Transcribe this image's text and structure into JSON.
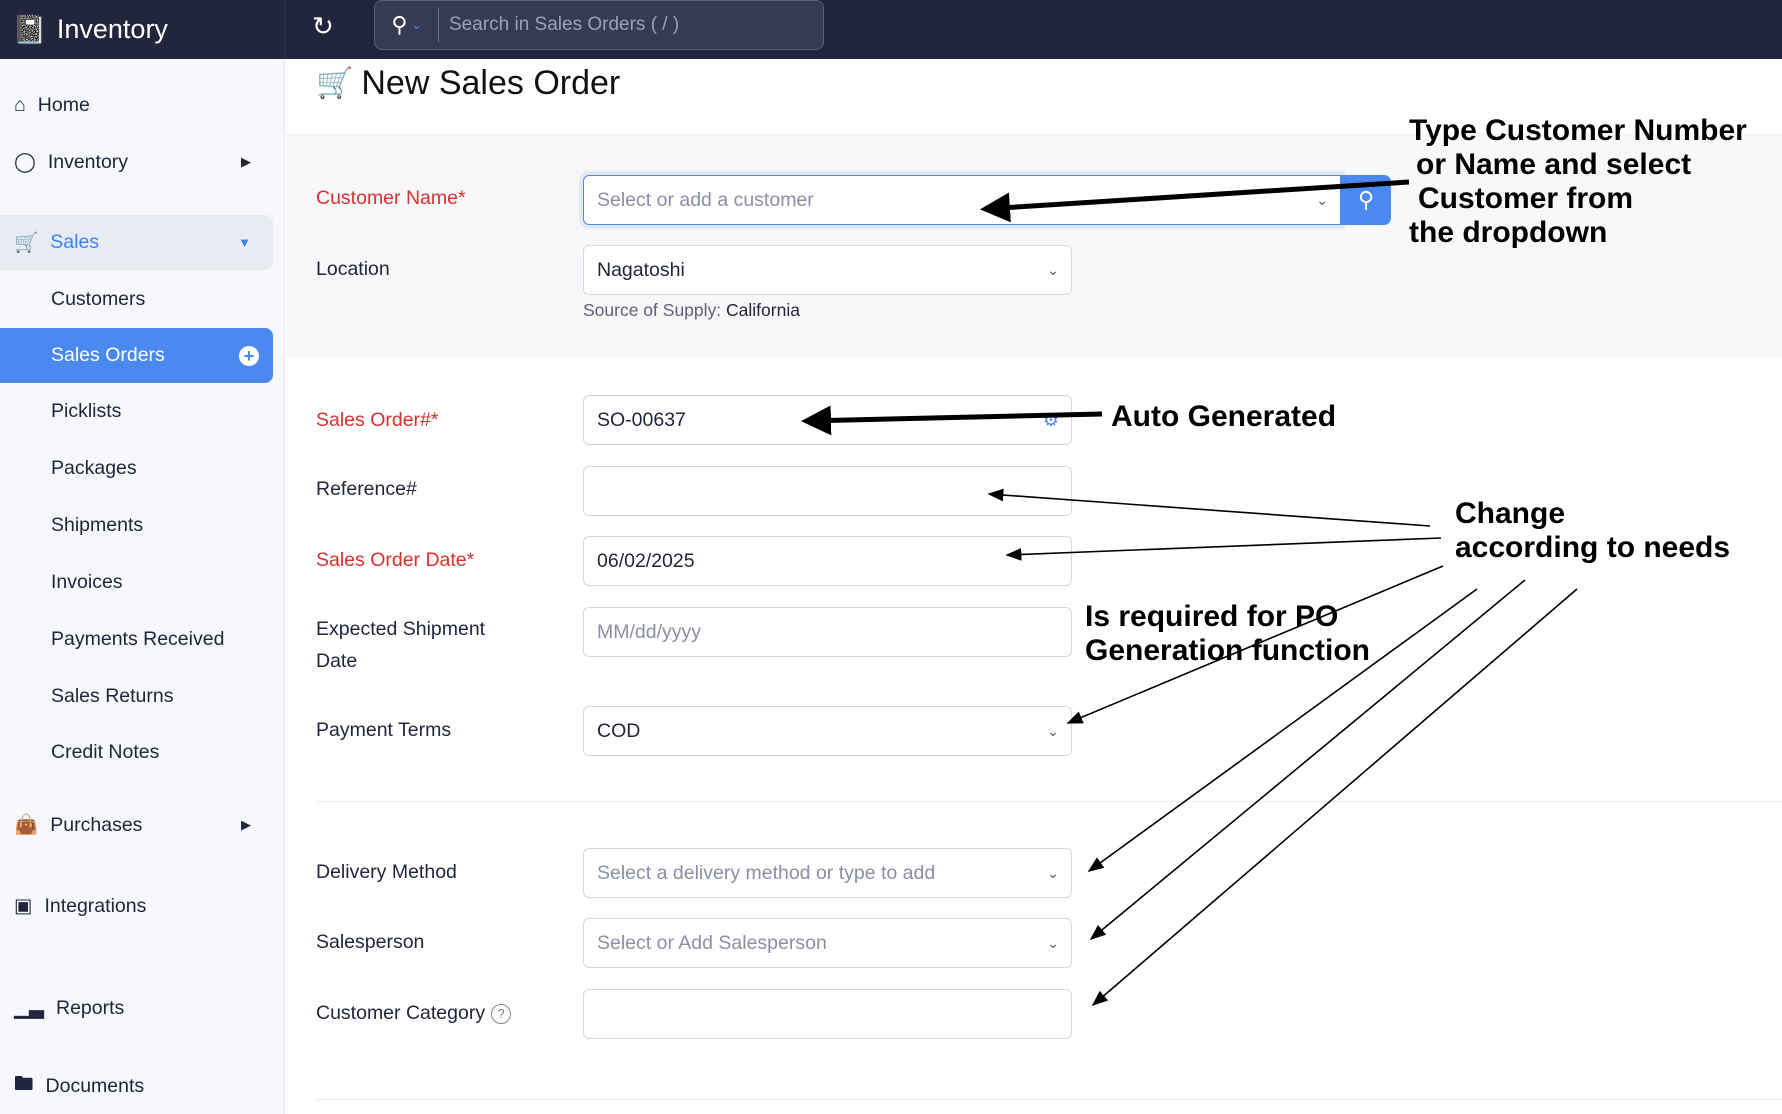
{
  "app": {
    "name": "Inventory",
    "search_placeholder": "Search in Sales Orders ( / )"
  },
  "sidebar": {
    "items": [
      {
        "label": "Home",
        "icon": "home-icon"
      },
      {
        "label": "Inventory",
        "icon": "inventory-icon"
      },
      {
        "label": "Sales",
        "icon": "cart-icon"
      },
      {
        "label": "Customers"
      },
      {
        "label": "Sales Orders"
      },
      {
        "label": "Picklists"
      },
      {
        "label": "Packages"
      },
      {
        "label": "Shipments"
      },
      {
        "label": "Invoices"
      },
      {
        "label": "Payments Received"
      },
      {
        "label": "Sales Returns"
      },
      {
        "label": "Credit Notes"
      },
      {
        "label": "Purchases",
        "icon": "bag-icon"
      },
      {
        "label": "Integrations",
        "icon": "plug-icon"
      },
      {
        "label": "Reports",
        "icon": "chart-icon"
      },
      {
        "label": "Documents",
        "icon": "folder-icon"
      }
    ]
  },
  "page": {
    "title": "New Sales Order"
  },
  "form": {
    "customer_label": "Customer Name*",
    "customer_placeholder": "Select or add a customer",
    "location_label": "Location",
    "location_value": "Nagatoshi",
    "source_label": "Source of Supply:",
    "source_value": "California",
    "so_label": "Sales Order#*",
    "so_value": "SO-00637",
    "ref_label": "Reference#",
    "ref_value": "",
    "date_label": "Sales Order Date*",
    "date_value": "06/02/2025",
    "exp_label_1": "Expected Shipment",
    "exp_label_2": "Date",
    "exp_placeholder": "MM/dd/yyyy",
    "terms_label": "Payment Terms",
    "terms_value": "COD",
    "delivery_label": "Delivery Method",
    "delivery_placeholder": "Select a delivery method or type to add",
    "salesperson_label": "Salesperson",
    "salesperson_placeholder": "Select or Add Salesperson",
    "category_label": "Customer Category",
    "category_value": ""
  },
  "annotations": {
    "customer": [
      "Type Customer Number",
      "or Name and select",
      "Customer from",
      "the dropdown"
    ],
    "auto": "Auto Generated",
    "change": [
      "Change",
      "according to needs"
    ],
    "po": [
      "Is required for PO",
      "Generation function"
    ]
  },
  "colors": {
    "topbar": "#21263c",
    "accent": "#4a8af0",
    "required": "#d6312e"
  }
}
